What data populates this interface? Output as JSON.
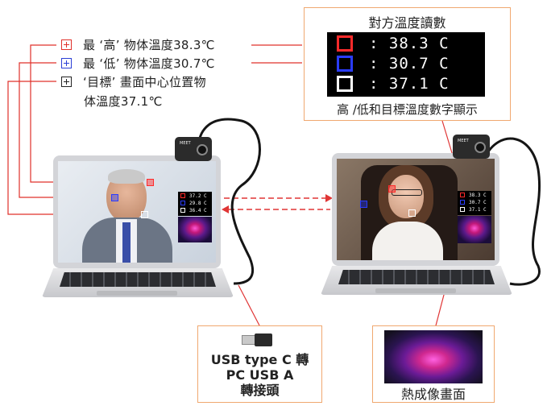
{
  "legend": [
    {
      "icon": "plus-box-red-icon",
      "color": "#e0302a",
      "text": "最 ‘高’ 物体溫度38.3℃"
    },
    {
      "icon": "plus-box-blue-icon",
      "color": "#2b3fd6",
      "text": "最 ‘低’ 物体溫度30.7℃"
    },
    {
      "icon": "plus-box-white-icon",
      "color": "#222222",
      "text_line1": "‘目標’ 畫面中心位置物",
      "text_line2": "体溫度37.1℃"
    }
  ],
  "readout_box": {
    "title": "對方溫度讀數",
    "rows": [
      {
        "color": "#ff2a2a",
        "value": ": 38.3 C"
      },
      {
        "color": "#2a3cff",
        "value": ": 30.7 C"
      },
      {
        "color": "#ffffff",
        "value": ": 37.1 C"
      }
    ],
    "caption": "高 /低和目標溫度數字顯示"
  },
  "left_panel": {
    "rows": [
      {
        "color": "#ff2a2a",
        "value": "37.2 C"
      },
      {
        "color": "#2a3cff",
        "value": "29.8 C"
      },
      {
        "color": "#ffffff",
        "value": "36.4 C"
      }
    ]
  },
  "right_panel": {
    "rows": [
      {
        "color": "#ff2a2a",
        "value": "38.3 C"
      },
      {
        "color": "#2a3cff",
        "value": "30.7 C"
      },
      {
        "color": "#ffffff",
        "value": "37.1 C"
      }
    ]
  },
  "camera_label": "MEET",
  "usb_box": {
    "line1": "USB type C 轉",
    "line2": "PC USB A",
    "line3": "轉接頭"
  },
  "thermal_box": {
    "caption": "熱成像畫面"
  },
  "colors": {
    "accent_red": "#e0302a",
    "box_border": "#f0a870",
    "dash": "#e03535"
  }
}
